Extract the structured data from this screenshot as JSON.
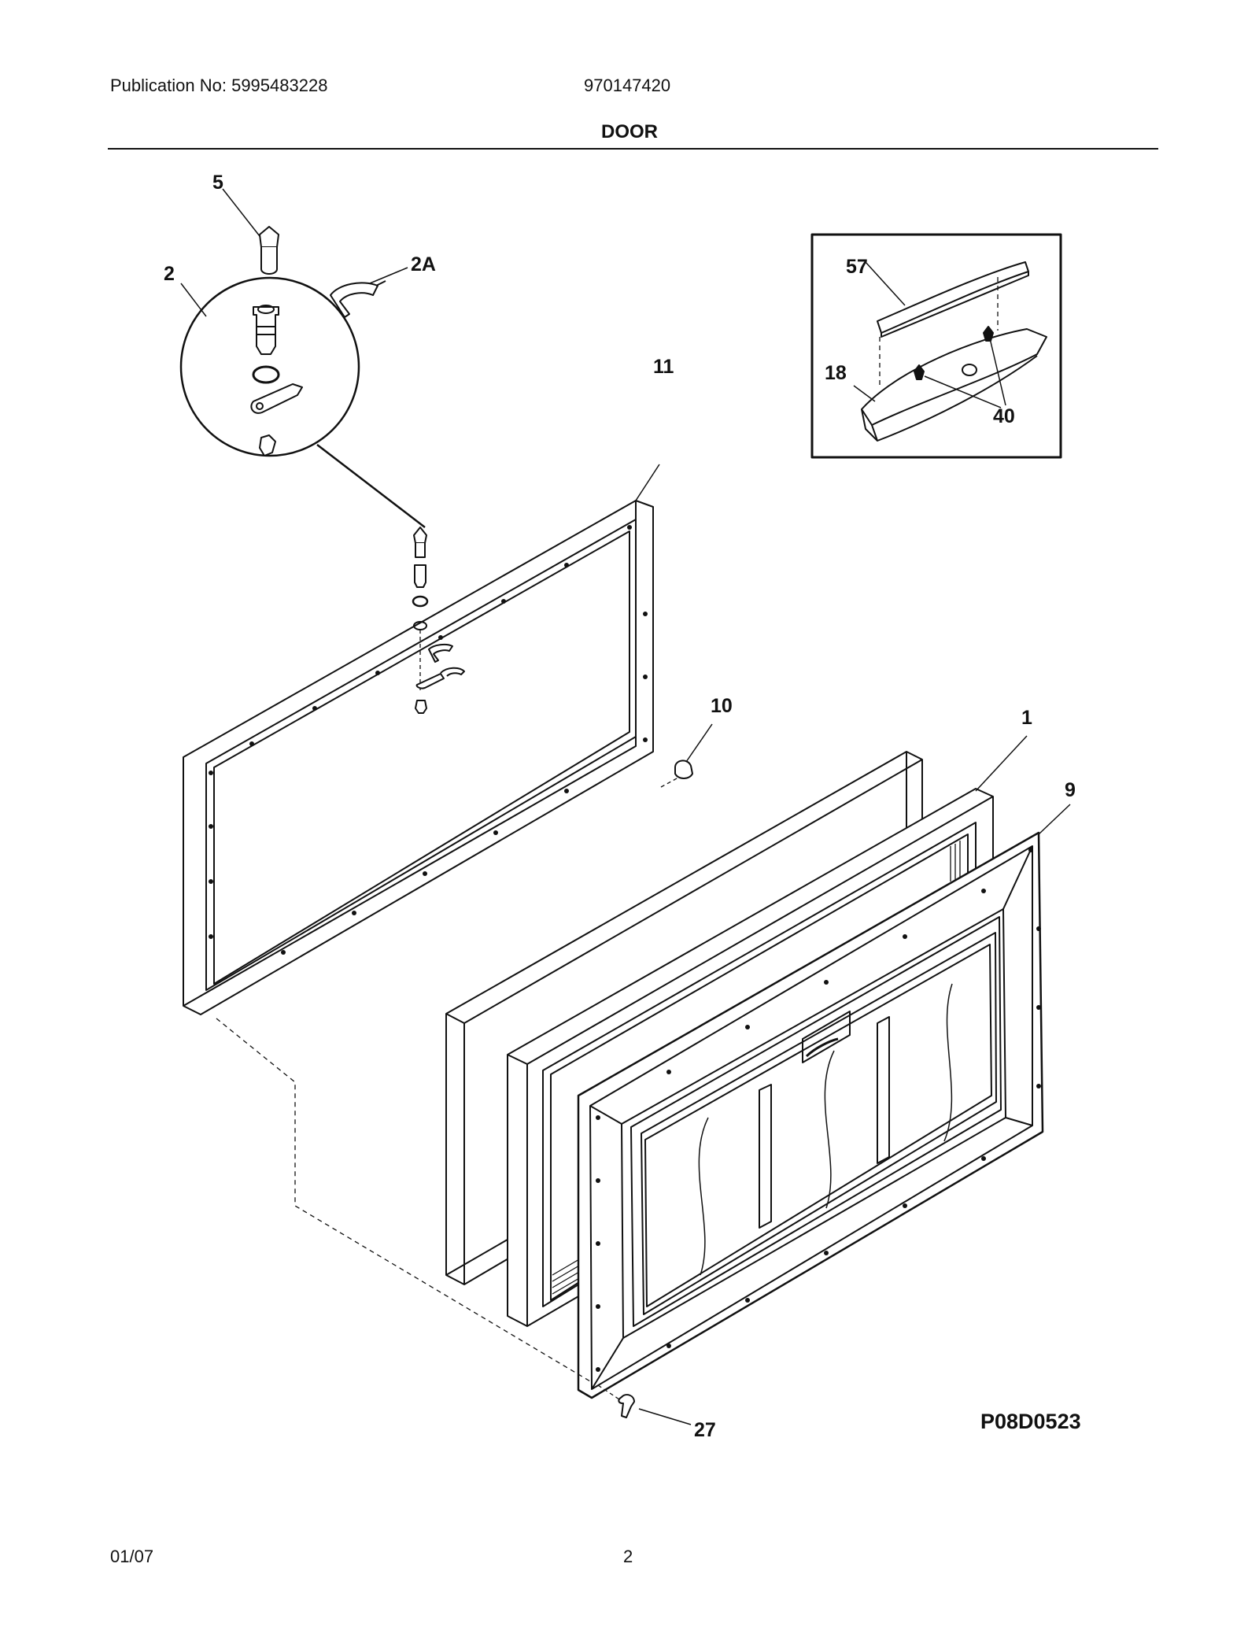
{
  "header": {
    "publication": "Publication No: 5995483228",
    "model": "970147420",
    "section_title": "DOOR"
  },
  "callouts": {
    "c5": "5",
    "c2": "2",
    "c2a": "2A",
    "c11": "11",
    "c57": "57",
    "c18": "18",
    "c40": "40",
    "c10": "10",
    "c1": "1",
    "c9": "9",
    "c27": "27"
  },
  "diagram_code": "P08D0523",
  "footer": {
    "date": "01/07",
    "page": "2"
  }
}
